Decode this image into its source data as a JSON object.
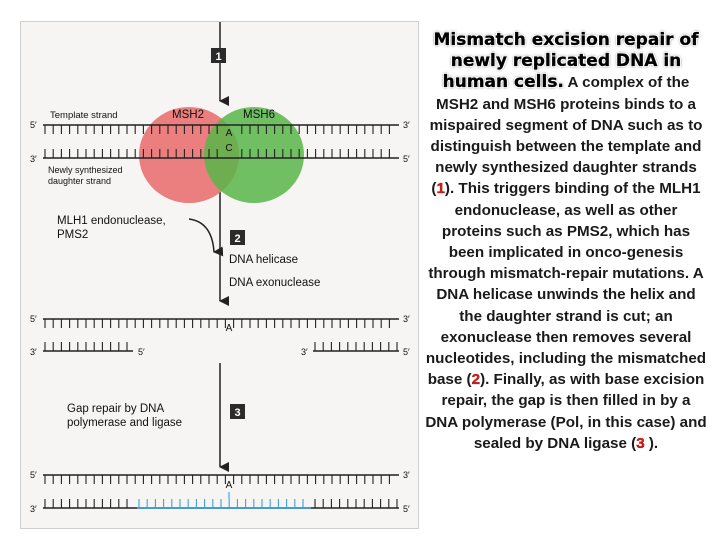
{
  "diagram": {
    "steps": [
      "1",
      "2",
      "3"
    ],
    "labels": {
      "template_strand": "Template strand",
      "msh2": "MSH2",
      "msh6": "MSH6",
      "base_a": "A",
      "base_c": "C",
      "newly_synth": [
        "Newly synthesized",
        "daughter strand"
      ],
      "mlh1": [
        "MLH1 endonuclease,",
        "PMS2"
      ],
      "dna_helicase": "DNA helicase",
      "dna_exonuclease": "DNA exonuclease",
      "gap_repair": [
        "Gap repair by DNA",
        "polymerase and ligase"
      ],
      "five_prime": "5′",
      "three_prime": "3′"
    },
    "colors": {
      "msh2": "#e96a6a",
      "msh6": "#58b548",
      "step_badge": "#2b2b2b",
      "new_dna": "#3aa0e0"
    }
  },
  "caption": {
    "title": "Mismatch excision repair of newly replicated DNA in human cells.",
    "p1": " A complex of the MSH2 and MSH6 proteins binds to a mispaired segment of DNA such as to distinguish between the template and newly synthesized daughter strands (",
    "n1": "1",
    "p2": "). This triggers binding of the MLH1 endonuclease, as well as other proteins such as PMS2, which has been implicated in onco-genesis through mismatch-repair mutations. A DNA helicase unwinds the helix and the daughter strand is cut; an exonuclease then removes several nucleotides, including the mismatched base (",
    "n2": "2",
    "p3": "). Finally, as with base excision repair, the gap is then filled in by a DNA polymerase (Pol, in this case) and sealed by DNA ligase (",
    "n3": "3",
    "p4": " )."
  }
}
